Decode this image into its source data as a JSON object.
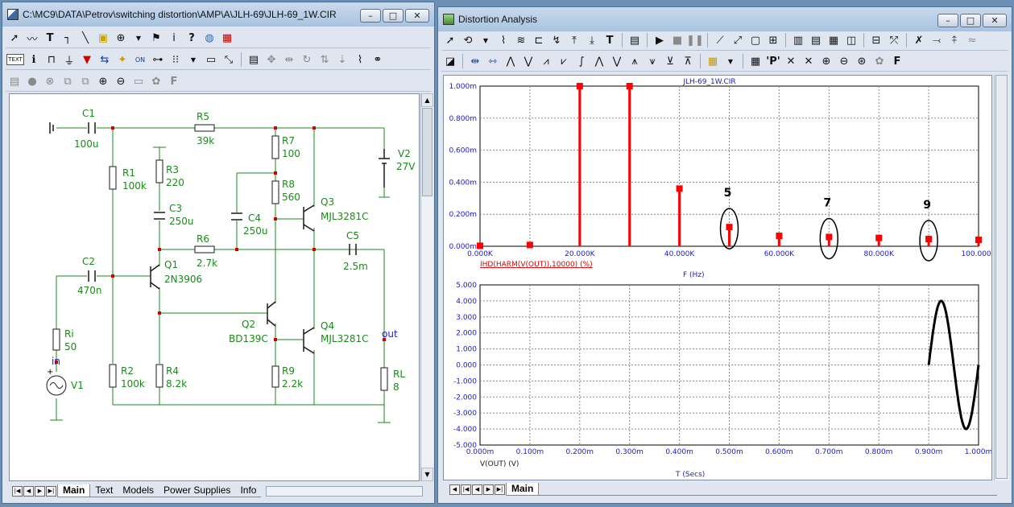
{
  "schematic_window": {
    "title": "C:\\MC9\\DATA\\Petrov\\switching distortion\\AMP\\A\\JLH-69\\JLH-69_1W.CIR",
    "tabs": [
      "Main",
      "Text",
      "Models",
      "Power Supplies",
      "Info"
    ],
    "active_tab": "Main"
  },
  "analysis_window": {
    "title": "Distortion Analysis",
    "tabs": [
      "Main"
    ],
    "active_tab": "Main"
  },
  "window_buttons": {
    "minimize": "–",
    "maximize": "□",
    "close": "✕"
  },
  "components": {
    "C1": {
      "name": "C1",
      "value": "100u"
    },
    "R5": {
      "name": "R5",
      "value": "39k"
    },
    "R7": {
      "name": "R7",
      "value": "100"
    },
    "V2": {
      "name": "V2",
      "value": "27V"
    },
    "R1": {
      "name": "R1",
      "value": "100k"
    },
    "R3": {
      "name": "R3",
      "value": "220"
    },
    "R8": {
      "name": "R8",
      "value": "560"
    },
    "C3": {
      "name": "C3",
      "value": "250u"
    },
    "C4": {
      "name": "C4",
      "value": "250u"
    },
    "Q3": {
      "name": "Q3",
      "value": "MJL3281C"
    },
    "R6": {
      "name": "R6",
      "value": "2.7k"
    },
    "C5": {
      "name": "C5",
      "value": "2.5m"
    },
    "C2": {
      "name": "C2",
      "value": "470n"
    },
    "Q1": {
      "name": "Q1",
      "value": "2N3906"
    },
    "Q2": {
      "name": "Q2",
      "value": "BD139C"
    },
    "Q4": {
      "name": "Q4",
      "value": "MJL3281C"
    },
    "Ri": {
      "name": "Ri",
      "value": "50"
    },
    "R2": {
      "name": "R2",
      "value": "100k"
    },
    "R4": {
      "name": "R4",
      "value": "8.2k"
    },
    "R9": {
      "name": "R9",
      "value": "2.2k"
    },
    "RL": {
      "name": "RL",
      "value": "8"
    },
    "V1": {
      "name": "V1"
    }
  },
  "nodes": {
    "in": "in",
    "out": "out"
  },
  "chart_data": [
    {
      "type": "bar",
      "title": "JLH-69_1W.CIR",
      "xlabel": "F (Hz)",
      "ylabel": "IHD(HARM(V(OUT)),10000) (%)",
      "xlim": [
        0,
        100000
      ],
      "ylim": [
        0,
        1.0
      ],
      "y_unit": "m",
      "grid": true,
      "x_ticks": [
        "0.000K",
        "20.000K",
        "40.000K",
        "60.000K",
        "80.000K",
        "100.000K"
      ],
      "y_ticks": [
        "1.000m",
        "0.800m",
        "0.600m",
        "0.400m",
        "0.200m",
        "0.000m"
      ],
      "x": [
        0,
        10000,
        20000,
        30000,
        40000,
        50000,
        60000,
        70000,
        80000,
        90000,
        100000
      ],
      "values": [
        0.003,
        0.008,
        1.0,
        1.0,
        0.36,
        0.12,
        0.065,
        0.058,
        0.052,
        0.045,
        0.04
      ],
      "color": "#ff0000",
      "annotations": [
        {
          "text": "5",
          "x": 50000
        },
        {
          "text": "7",
          "x": 70000
        },
        {
          "text": "9",
          "x": 90000
        }
      ]
    },
    {
      "type": "line",
      "xlabel": "T (Secs)",
      "ylabel": "V(OUT) (V)",
      "xlim": [
        0,
        1.0
      ],
      "ylim": [
        -5,
        5
      ],
      "x_unit": "m",
      "grid": true,
      "x_ticks": [
        "0.000m",
        "0.100m",
        "0.200m",
        "0.300m",
        "0.400m",
        "0.500m",
        "0.600m",
        "0.700m",
        "0.800m",
        "0.900m",
        "1.000m"
      ],
      "y_ticks": [
        "5.000",
        "4.000",
        "3.000",
        "2.000",
        "1.000",
        "0.000",
        "-1.000",
        "-2.000",
        "-3.000",
        "-4.000",
        "-5.000"
      ],
      "series": [
        {
          "x_start": 0.9,
          "x_end": 1.0,
          "amplitude": 4.0,
          "frequency_hz": 10000,
          "color": "#000000"
        }
      ]
    }
  ]
}
